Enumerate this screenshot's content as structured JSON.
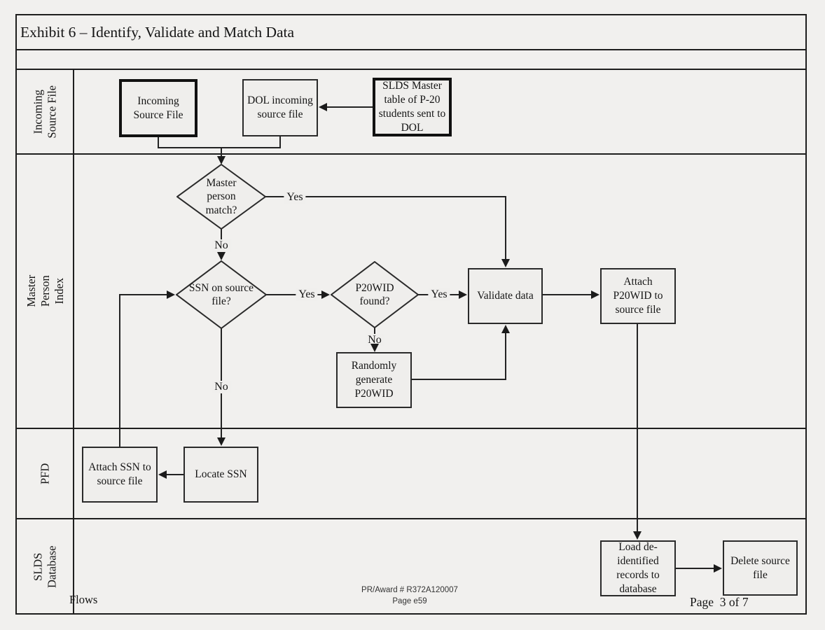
{
  "title": "Exhibit 6 – Identify, Validate and Match Data",
  "lanes": [
    {
      "label": "Incoming Source File"
    },
    {
      "label": "Master Person Index"
    },
    {
      "label": "PFD"
    },
    {
      "label": "SLDS Database"
    }
  ],
  "nodes": {
    "incoming_source_file": "Incoming Source File",
    "dol_incoming": "DOL incoming source file",
    "slds_master": "SLDS Master table of P-20 students sent to DOL",
    "master_person_match": "Master person match?",
    "ssn_on_source": "SSN on source file?",
    "p20wid_found": "P20WID found?",
    "validate_data": "Validate data",
    "attach_p20wid": "Attach P20WID to source file",
    "randomly_generate": "Randomly generate P20WID",
    "attach_ssn": "Attach SSN to source file",
    "locate_ssn": "Locate SSN",
    "load_deidentified": "Load de-identified records to database",
    "delete_source": "Delete source file"
  },
  "edge_labels": {
    "yes": "Yes",
    "no": "No"
  },
  "edges": [
    {
      "from": "incoming_source_file",
      "to": "master_person_match",
      "label": ""
    },
    {
      "from": "dol_incoming",
      "to": "master_person_match",
      "label": ""
    },
    {
      "from": "slds_master",
      "to": "dol_incoming",
      "label": ""
    },
    {
      "from": "master_person_match",
      "to": "validate_data",
      "label": "Yes"
    },
    {
      "from": "master_person_match",
      "to": "ssn_on_source",
      "label": "No"
    },
    {
      "from": "ssn_on_source",
      "to": "p20wid_found",
      "label": "Yes"
    },
    {
      "from": "ssn_on_source",
      "to": "locate_ssn",
      "label": "No"
    },
    {
      "from": "p20wid_found",
      "to": "validate_data",
      "label": "Yes"
    },
    {
      "from": "p20wid_found",
      "to": "randomly_generate",
      "label": "No"
    },
    {
      "from": "randomly_generate",
      "to": "validate_data",
      "label": ""
    },
    {
      "from": "validate_data",
      "to": "attach_p20wid",
      "label": ""
    },
    {
      "from": "attach_p20wid",
      "to": "load_deidentified",
      "label": ""
    },
    {
      "from": "locate_ssn",
      "to": "attach_ssn",
      "label": ""
    },
    {
      "from": "attach_ssn",
      "to": "ssn_on_source",
      "label": ""
    },
    {
      "from": "load_deidentified",
      "to": "delete_source",
      "label": ""
    }
  ],
  "footer": {
    "flows": "Flows",
    "pr_award": "PR/Award # R372A120007",
    "page_e": "Page e59",
    "page_num": "Page  3 of 7"
  },
  "colors": {
    "background": "#f1f0ee",
    "line": "#232323",
    "box_fill": "#efeeec"
  }
}
